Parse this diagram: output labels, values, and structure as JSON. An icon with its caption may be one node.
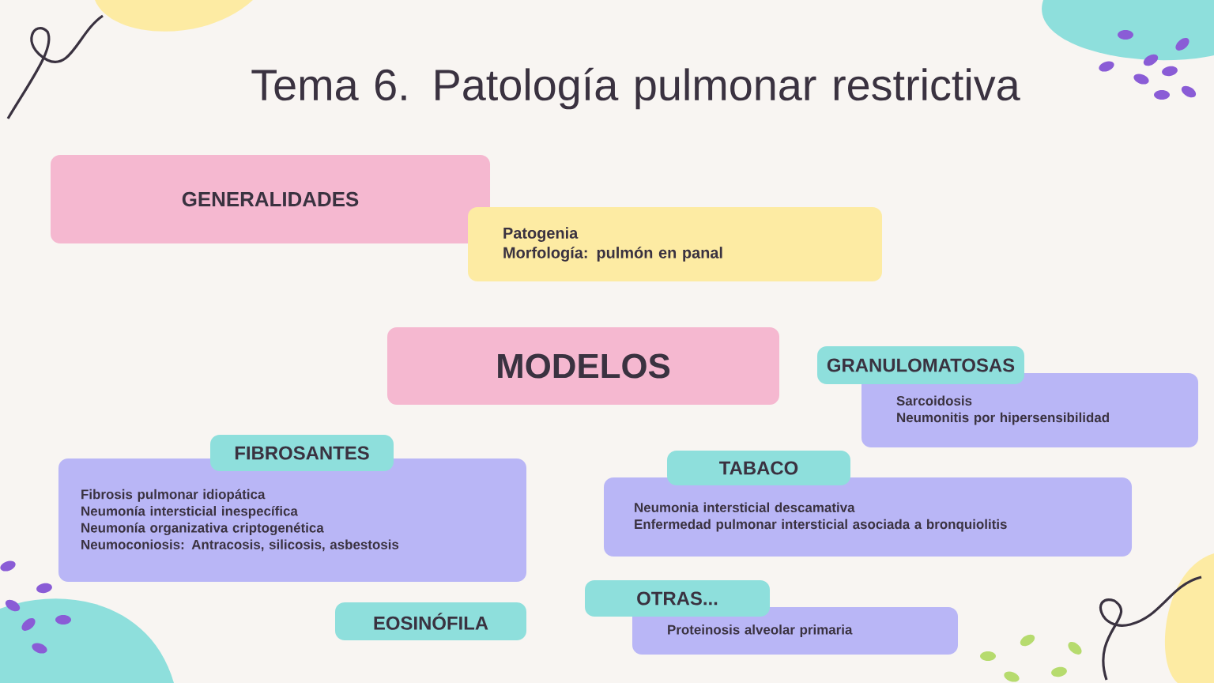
{
  "diagram": {
    "title": "Tema 6. Patología pulmonar restrictiva",
    "nodes": [
      {
        "text": [
          "GENERALIDADES"
        ]
      },
      {
        "text": [
          "Patogenia",
          "Morfología: pulmón en panal"
        ]
      },
      {
        "text": [
          "MODELOS"
        ]
      },
      {
        "text": [
          "GRANULOMATOSAS"
        ]
      },
      {
        "text": [
          "Sarcoidosis",
          "Neumonitis por hipersensibilidad"
        ]
      },
      {
        "text": [
          "FIBROSANTES"
        ]
      },
      {
        "text": [
          "Fibrosis pulmonar idiopática",
          "Neumonía intersticial inespecífica",
          "Neumonía organizativa criptogenética",
          "Neumoconiosis: Antracosis, silicosis, asbestosis"
        ]
      },
      {
        "text": [
          "TABACO"
        ]
      },
      {
        "text": [
          "Neumonia intersticial descamativa",
          "Enfermedad pulmonar intersticial asociada a bronquiolitis"
        ]
      },
      {
        "text": [
          "EOSINÓFILA"
        ]
      },
      {
        "text": [
          "OTRAS..."
        ]
      },
      {
        "text": [
          "Proteinosis alveolar primaria"
        ]
      }
    ]
  }
}
